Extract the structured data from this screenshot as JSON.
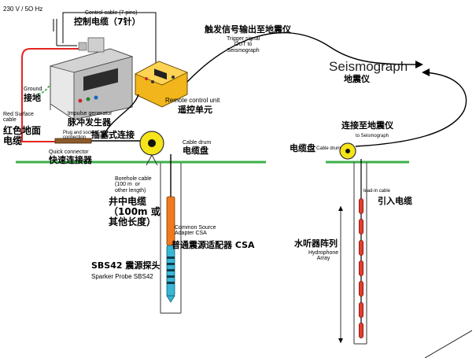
{
  "labels": {
    "power": "230 V / 5O Hz",
    "control_cable_en": "Control cable (7 pins)",
    "control_cable_zh": "控制电缆（7针）",
    "ground_en": "Ground",
    "ground_zh": "接地",
    "impulse_en": "Impulse generator",
    "impulse_zh": "脉冲发生器",
    "red_cable_en": "Red Surface\ncable",
    "red_cable_zh": "红色地面\n电缆",
    "plug_en": "Plug and socket\nconnection",
    "plug_zh": "插塞式连接",
    "quick_en": "Quick connector",
    "quick_zh": "快速连接器",
    "cable_drum_en": "Cable drum",
    "cable_drum_zh": "电缆盘",
    "trigger_zh": "触发信号输出至地震仪",
    "trigger_en": "Trigger signal\nOUT to\nSeismograph",
    "remote_en": "Remote control unit",
    "remote_zh": "遥控单元",
    "seismograph_en": "Seismograph",
    "seismograph_zh": "地震仪",
    "connect_zh": "连接至地震仪",
    "connect_en": "to Seismograph",
    "right_drum_zh": "电缆盘",
    "right_drum_en": "Cable drum",
    "borehole_en": "Borehole cable\n(100 m  or\nother length)",
    "borehole_zh": "井中电缆\n（100m 或\n其他长度）",
    "csa_en": "Common Source\nAdapter CSA",
    "csa_zh": "普通震源适配器 CSA",
    "sbs_zh": "SBS42 震源探头",
    "sbs_en": "Sparker Probe SBS42",
    "leadin_en": "lead-in cable",
    "leadin_zh": "引入电缆",
    "hydro_zh": "水听器阵列",
    "hydro_en": "Hydrophone\nArray"
  },
  "hydrophone_elements": 7,
  "colors": {
    "ground_line": "#3cb04a",
    "red_cable": "#e52421",
    "cable_drum": "#f5e41a",
    "probe": "#f07a1e",
    "remote_unit": "#f2b51b",
    "hydrophone": "#e63b2e",
    "probe_head": "#39b6d6"
  }
}
